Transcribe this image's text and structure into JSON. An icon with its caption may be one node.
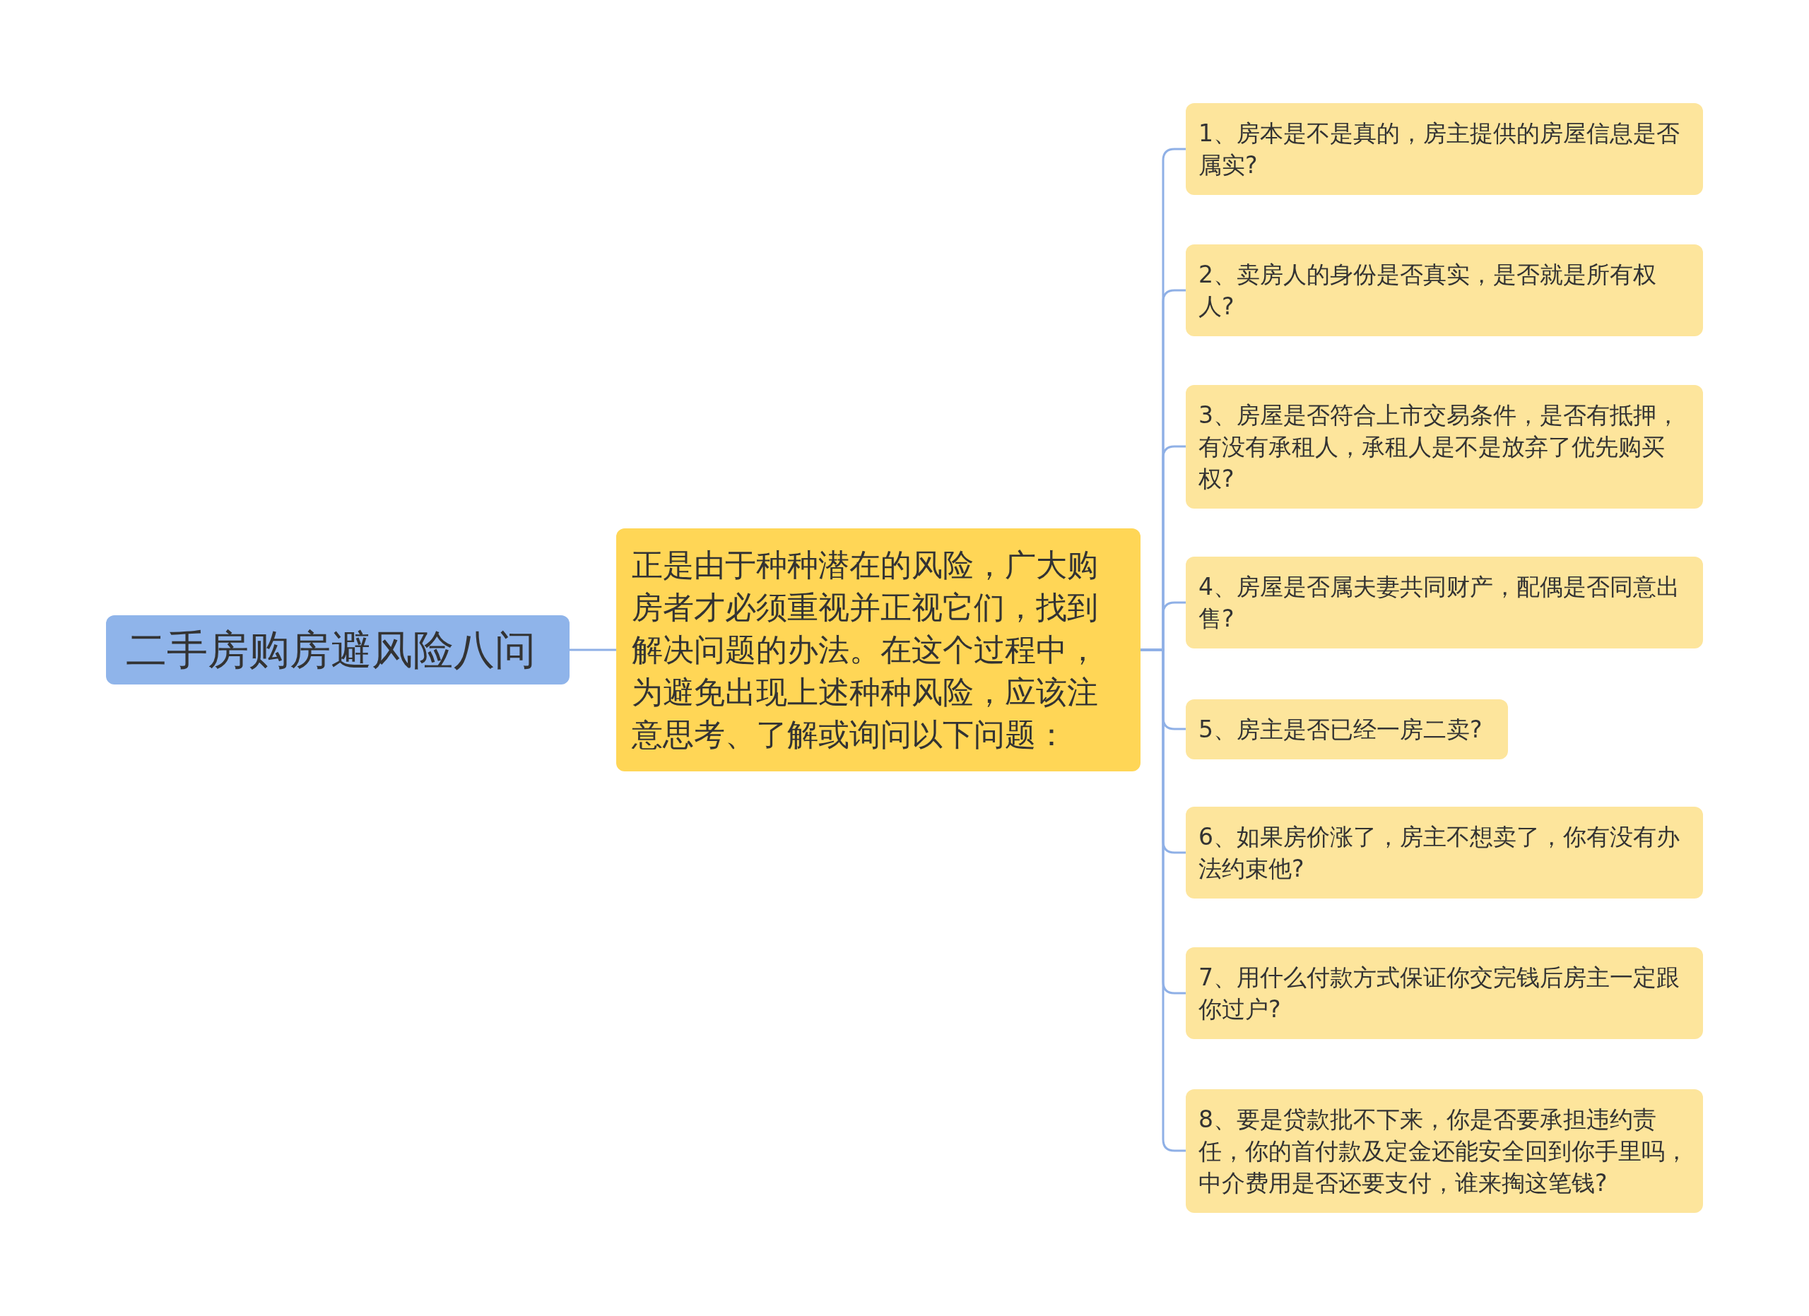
{
  "diagram": {
    "nodes": [
      {
        "text": [
          "二手房购房避风险八问"
        ]
      },
      {
        "text": [
          "正是由于种种潜在的风险，广大购房者才必须重视并正视它们，找到解决问题的办法。在这个过程中，为避免出现上述种种风险，应该注意思考、了解或询问以下问题："
        ]
      },
      {
        "text": [
          "1、房本是不是真的，房主提供的房屋信息是否属实?"
        ]
      },
      {
        "text": [
          "2、卖房人的身份是否真实，是否就是所有权人?"
        ]
      },
      {
        "text": [
          "3、房屋是否符合上市交易条件，是否有抵押，有没有承租人，承租人是不是放弃了优先购买权?"
        ]
      },
      {
        "text": [
          "4、房屋是否属夫妻共同财产，配偶是否同意出售?"
        ]
      },
      {
        "text": [
          "5、房主是否已经一房二卖?"
        ]
      },
      {
        "text": [
          "6、如果房价涨了，房主不想卖了，你有没有办法约束他?"
        ]
      },
      {
        "text": [
          "7、用什么付款方式保证你交完钱后房主一定跟你过户?"
        ]
      },
      {
        "text": [
          "8、要是贷款批不下来，你是否要承担违约责任，你的首付款及定金还能安全回到你手里吗，中介费用是否还要支付，谁来掏这笔钱?"
        ]
      }
    ],
    "edges": [
      {
        "from": 0,
        "to": 1,
        "arrow": "none"
      },
      {
        "from": 1,
        "to": 2,
        "arrow": "none"
      },
      {
        "from": 1,
        "to": 3,
        "arrow": "none"
      },
      {
        "from": 1,
        "to": 4,
        "arrow": "none"
      },
      {
        "from": 1,
        "to": 5,
        "arrow": "none"
      },
      {
        "from": 1,
        "to": 6,
        "arrow": "none"
      },
      {
        "from": 1,
        "to": 7,
        "arrow": "none"
      },
      {
        "from": 1,
        "to": 8,
        "arrow": "none"
      },
      {
        "from": 1,
        "to": 9,
        "arrow": "none"
      }
    ]
  }
}
